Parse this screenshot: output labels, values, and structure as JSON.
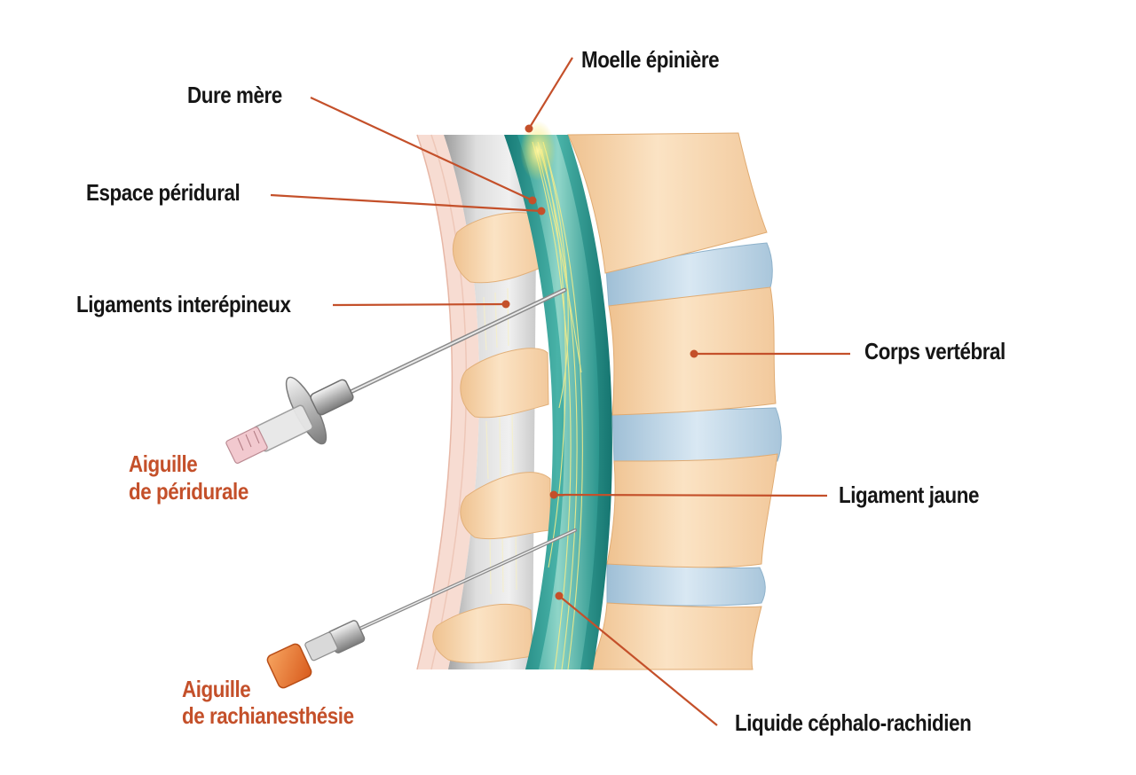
{
  "diagram": {
    "subject": "Coupe de la colonne vertébrale avec aiguilles d'anesthésie",
    "labels": {
      "moelle": "Moelle épinière",
      "dure_mere": "Dure mère",
      "espace_peridural": "Espace péridural",
      "ligaments_interepineux": "Ligaments interépineux",
      "corps_vertebral": "Corps vertébral",
      "ligament_jaune": "Ligament jaune",
      "liquide": "Liquide céphalo-rachidien"
    },
    "needles": {
      "peridurale_line1": "Aiguille",
      "peridurale_line2": "de péridurale",
      "rachi_line1": "Aiguille",
      "rachi_line2": "de rachianesthésie"
    },
    "colors": {
      "leader": "#c4502a",
      "accent_text": "#c4502a",
      "bone": "#f5d2a8",
      "disc": "#bcd3e4",
      "canal": "#1c8f8a",
      "skin": "#f4d4c8"
    }
  }
}
